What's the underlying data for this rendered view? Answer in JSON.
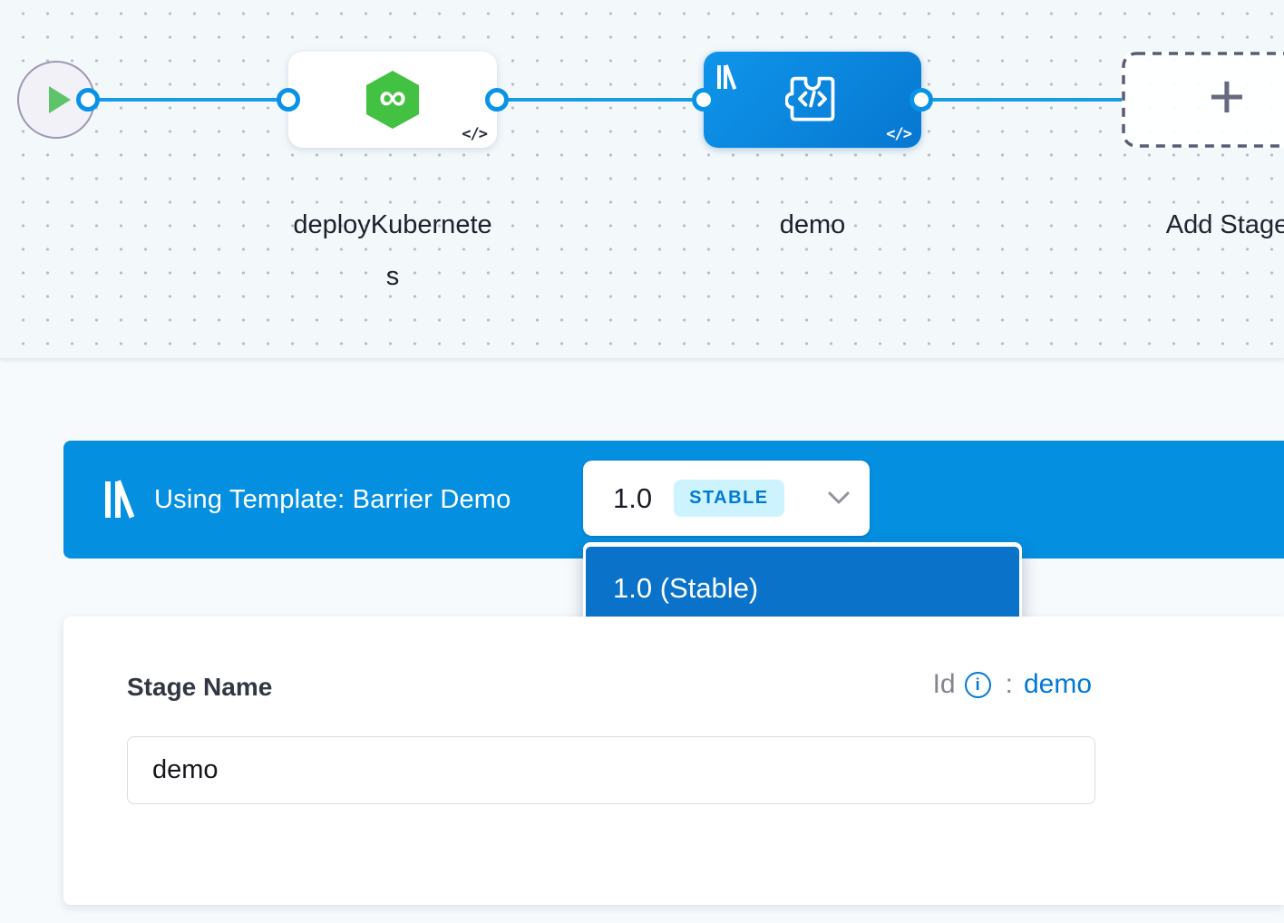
{
  "canvas": {
    "stages": [
      {
        "label": "deployKubernetes"
      },
      {
        "label": "demo"
      }
    ],
    "add_stage_label": "Add Stage"
  },
  "icons": {
    "infinity": "∞",
    "code": "</>",
    "plus": "+",
    "info": "i"
  },
  "template_banner": {
    "title": "Using Template: Barrier Demo",
    "version": "1.0",
    "badge": "STABLE",
    "dropdown_items": [
      {
        "label": "1.0 (Stable)",
        "selected": true
      }
    ]
  },
  "form": {
    "stage_name_label": "Stage Name",
    "id_label": "Id",
    "id_separator": ":",
    "id_value": "demo",
    "stage_name_value": "demo"
  },
  "colors": {
    "banner_blue": "#058FE1",
    "dropdown_blue": "#0A72C8",
    "primary_blue": "#0278D5",
    "edge_blue": "#189BE6",
    "badge_bg": "#CDF4FE",
    "deploy_green": "#42C142"
  }
}
